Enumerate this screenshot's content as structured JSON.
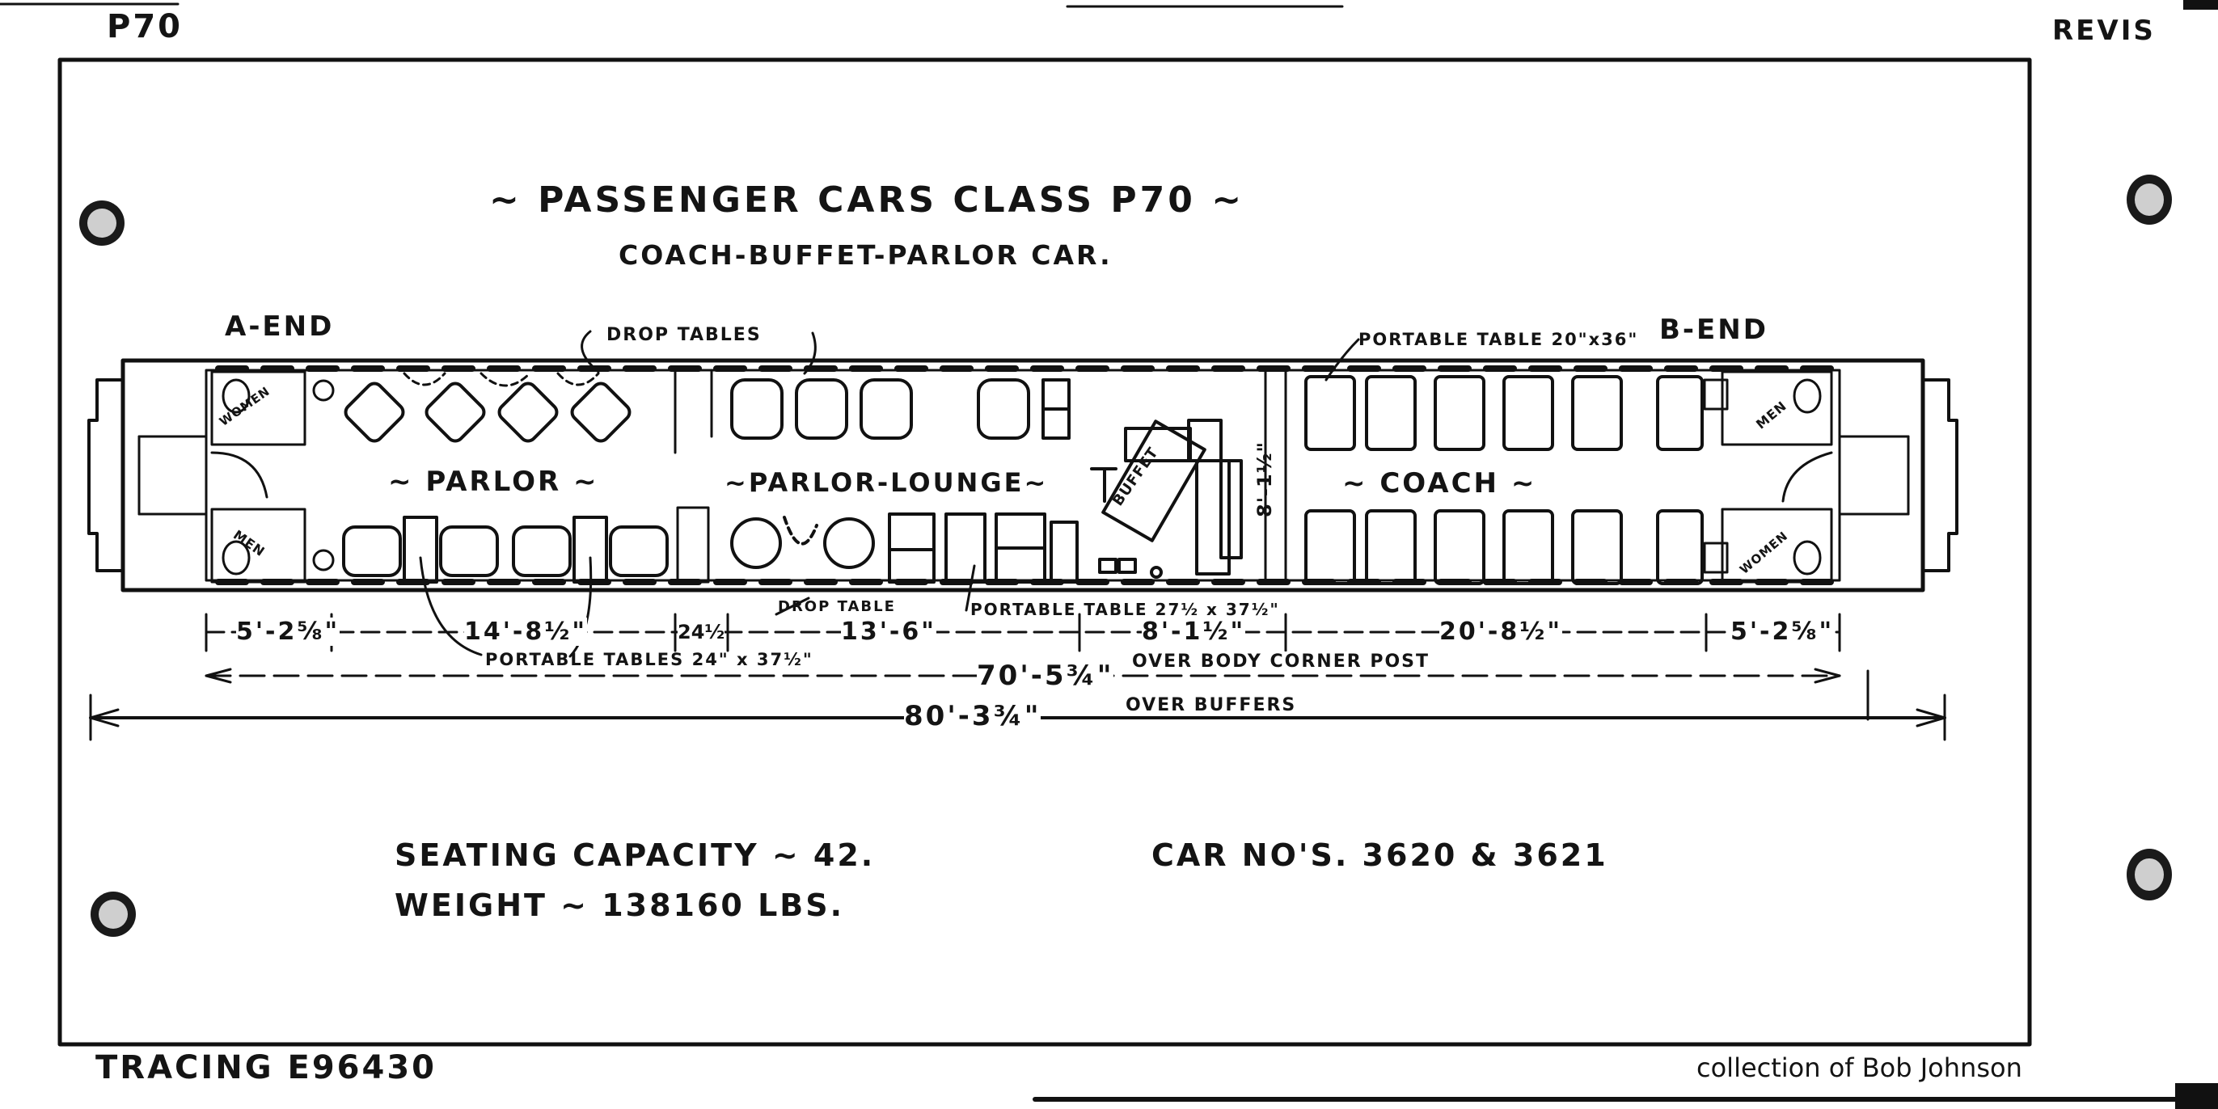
{
  "corner_left": "P70",
  "corner_right": "REVIS",
  "title": "~ PASSENGER CARS CLASS P70 ~",
  "subtitle": "COACH-BUFFET-PARLOR CAR.",
  "ends": {
    "a": "A-END",
    "b": "B-END"
  },
  "callouts": {
    "drop_tables": "DROP TABLES",
    "portable_table_top": "PORTABLE TABLE 20\"x36\"",
    "drop_table": "DROP TABLE",
    "portable_table_mid": "PORTABLE TABLE 27½ x 37½\"",
    "portable_tables_bottom": "PORTABLE TABLES 24\" x 37½\""
  },
  "sections": {
    "parlor": "~ PARLOR ~",
    "lounge": "~PARLOR-LOUNGE~",
    "coach": "~ COACH ~",
    "buffet": "BUFFET"
  },
  "rooms": {
    "women": "WOMEN",
    "men": "MEN"
  },
  "dimensions": {
    "segments": [
      "5'-2⅝\"",
      "14'-8½\"",
      "24½",
      "13'-6\"",
      "8'-1½\"",
      "20'-8½\"",
      "5'-2⅝\""
    ],
    "vertical": "8'-1½\"",
    "body": "70'-5¾\"",
    "body_note": "OVER BODY CORNER POST",
    "buffers": "80'-3¾\"",
    "buffers_note": "OVER BUFFERS"
  },
  "specs": {
    "seating": "SEATING CAPACITY ~ 42.",
    "weight": "WEIGHT ~ 138160 LBS.",
    "car_nos": "CAR NO'S. 3620 & 3621"
  },
  "tracing": "TRACING E96430",
  "credit": "collection of Bob Johnson"
}
